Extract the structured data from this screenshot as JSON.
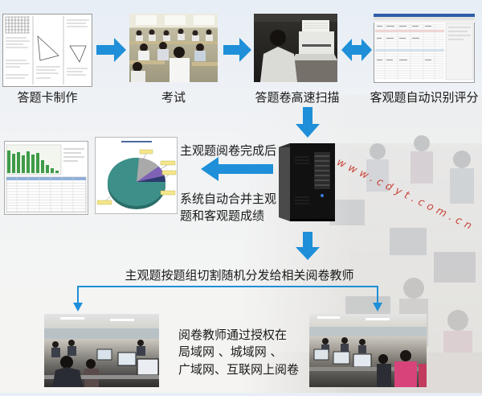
{
  "steps": [
    {
      "label": "答题卡制作"
    },
    {
      "label": "考试"
    },
    {
      "label": "答题卷高速扫描"
    },
    {
      "label": "客观题自动识别评分"
    }
  ],
  "merge": {
    "caption": "主观题阅卷完成后",
    "result_lines": [
      "系统自动合并主观",
      "题和客观题成绩"
    ]
  },
  "distribute": {
    "caption": "主观题按题组切割随机分发给相关阅卷教师"
  },
  "online_grading": {
    "lines": [
      "阅卷教师通过授权在",
      "局域网 、城域网 、",
      "广域网、互联网上阅卷"
    ]
  },
  "watermark": "www.cdyt.com.cn",
  "colors": {
    "arrow": "#1e8fd8",
    "watermark": "#c8463a",
    "text": "#1a1a1a"
  }
}
